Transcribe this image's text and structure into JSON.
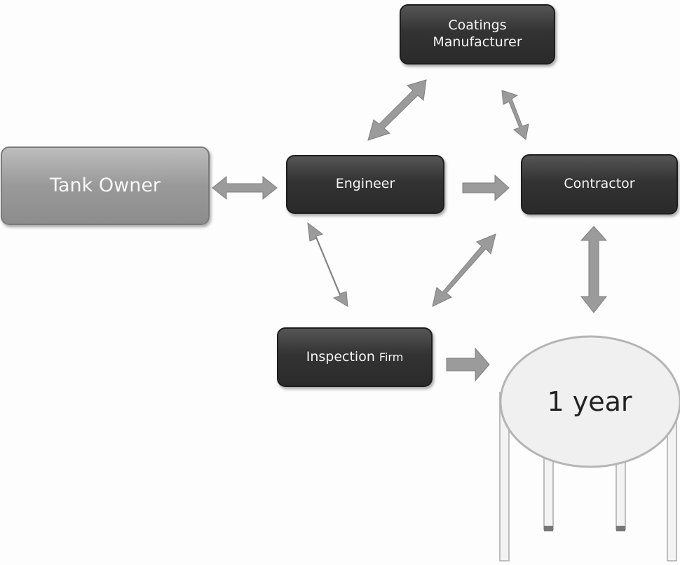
{
  "nodes": {
    "coatings_manufacturer": [
      "Coatings",
      "Manufacturer"
    ],
    "tank_owner": "Tank Owner",
    "engineer": "Engineer",
    "contractor": "Contractor",
    "inspection_firm": {
      "main": "Inspection",
      "suffix": "Firm"
    },
    "tank": "1 year"
  },
  "colors": {
    "dark_box": "#333333",
    "owner_box": "#9a9a9a",
    "arrow": "#9b9b9b",
    "tank_fill": "#f0f0f0",
    "tank_outline": "#b8b8b8"
  }
}
